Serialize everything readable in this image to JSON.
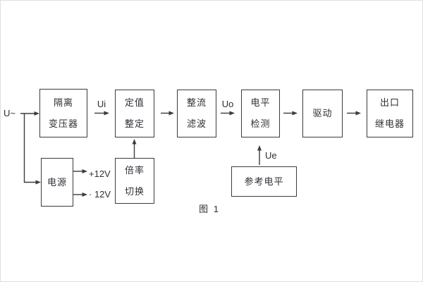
{
  "figure": {
    "caption": "图 1"
  },
  "signals": {
    "input": "U~",
    "ui": "Ui",
    "uo": "Uo",
    "ue": "Ue",
    "rail_positive": "+12V",
    "rail_negative": "· 12V"
  },
  "blocks": {
    "isolation_transformer": {
      "line1": "隔离",
      "line2": "变压器"
    },
    "value_setting": {
      "line1": "定值",
      "line2": "整定"
    },
    "rectifier_filter": {
      "line1": "整流",
      "line2": "滤波"
    },
    "level_detection": {
      "line1": "电平",
      "line2": "检测"
    },
    "drive": {
      "line1": "驱动"
    },
    "output_relay": {
      "line1": "出口",
      "line2": "继电器"
    },
    "power_supply": {
      "line1": "电源"
    },
    "ratio_switch": {
      "line1": "倍率",
      "line2": "切换"
    },
    "reference_level": {
      "line1": "参考电平"
    }
  },
  "colors": {
    "line": "#3b3b40",
    "text": "#2f2f36",
    "background": "#ffffff"
  }
}
